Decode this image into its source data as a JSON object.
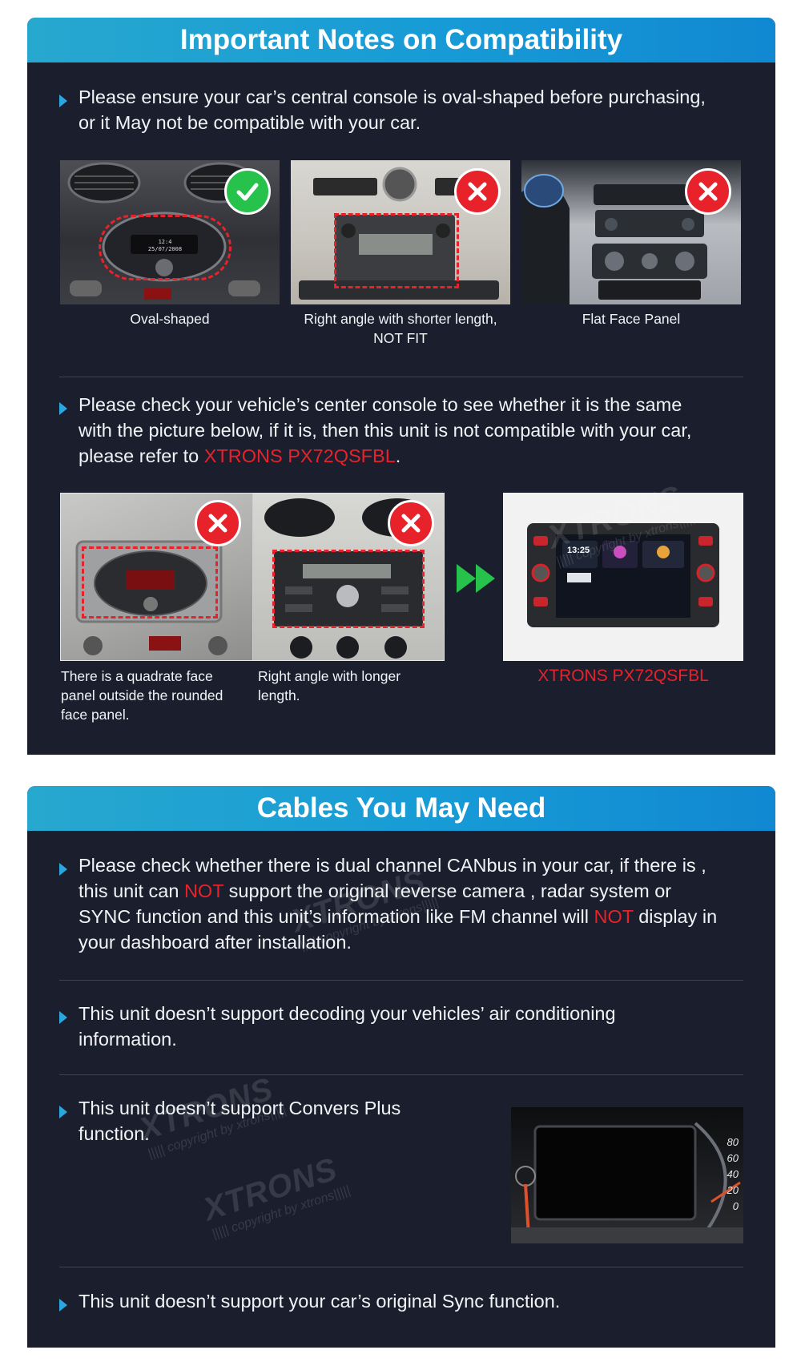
{
  "section1": {
    "title": "Important Notes on Compatibility",
    "note1": "Please ensure your car’s central console is oval-shaped before purchasing, or it May not be compatible with your car.",
    "captions": [
      "Oval-shaped",
      "Right angle with shorter length, NOT FIT",
      "Flat Face Panel"
    ],
    "note2_part1": "Please check your vehicle’s center console to see whether it is the same with the picture below, if it is, then this unit is not compatible with your car, please refer to ",
    "note2_link": "XTRONS PX72QSFBL",
    "note2_end": ".",
    "caption_bottom_left": "There is a quadrate face panel outside the rounded face panel.",
    "caption_bottom_mid": "Right angle with longer length.",
    "caption_product": "XTRONS PX72QSFBL",
    "radio1_screen": "12:4\n25/07/2008",
    "product_time": "13:25"
  },
  "section2": {
    "title": "Cables You May Need",
    "note1_a": "Please check whether there is dual channel CANbus in your car, if there is , this unit can ",
    "note1_not1": "NOT",
    "note1_b": " support the original reverse camera , radar system or SYNC function and this unit’s information like FM channel will ",
    "note1_not2": "NOT",
    "note1_c": " display in your dashboard after installation.",
    "note2": "This unit doesn’t support decoding your vehicles’ air conditioning information.",
    "note3": "This unit doesn’t support Convers Plus function.",
    "note4": "This unit doesn’t support your car’s original Sync function.",
    "gauge_ticks": [
      "80",
      "60",
      "40",
      "20",
      "0"
    ]
  },
  "watermark": {
    "brand": "XTRONS",
    "copy": "||||| copyright by xtrons|||||"
  },
  "colors": {
    "header": "#179bd6",
    "panel": "#1b1e2d",
    "accent_red": "#e8222b",
    "ok_green": "#27c24c",
    "arrow_green": "#27c24c",
    "bullet": "#2aa7de"
  }
}
